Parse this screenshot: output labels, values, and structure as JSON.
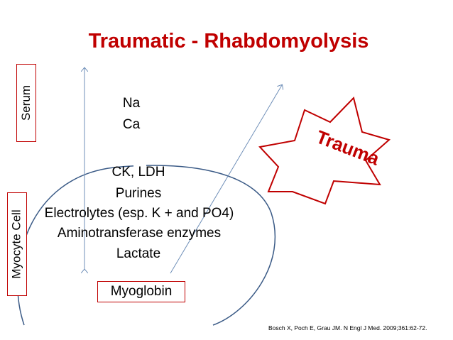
{
  "title": "Traumatic - Rhabdomyolysis",
  "compartments": {
    "serum": "Serum",
    "myocyte_cell": "Myocyte Cell"
  },
  "influx": [
    "Na",
    "Ca"
  ],
  "efflux": [
    "CK, LDH",
    "Purines",
    "Electrolytes (esp. K + and PO4)",
    "Aminotransferase enzymes",
    "Lactate"
  ],
  "myoglobin_label": "Myoglobin",
  "trauma_label": "Trauma",
  "citation": "Bosch X, Poch E, Grau JM. N Engl J Med. 2009;361:62-72.",
  "colors": {
    "title": "#c00000",
    "box_border": "#c00000",
    "cell_outline": "#3a5a86",
    "arrow": "#6f8fb8"
  }
}
